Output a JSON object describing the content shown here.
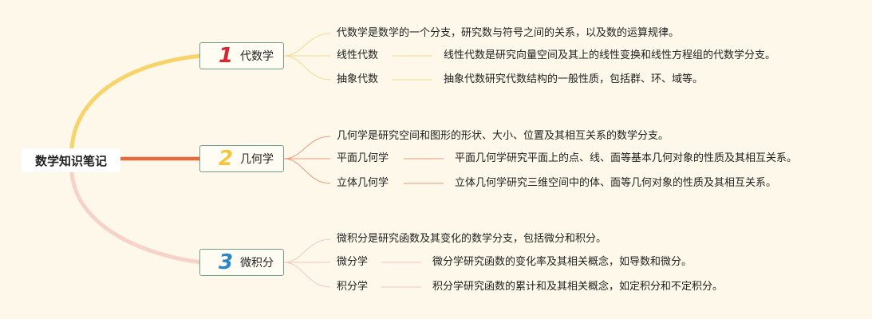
{
  "root": {
    "title": "数学知识笔记"
  },
  "branches": [
    {
      "number": "1",
      "label": "代数学",
      "color": "#d6262f",
      "line_color": "#f7d46a",
      "intro": "代数学是数学的一个分支，研究数与符号之间的关系，以及数的运算规律。",
      "subtopics": [
        {
          "name": "线性代数",
          "desc": "线性代数是研究向量空间及其上的线性变换和线性方程组的代数学分支。"
        },
        {
          "name": "抽象代数",
          "desc": "抽象代数研究代数结构的一般性质，包括群、环、域等。"
        }
      ]
    },
    {
      "number": "2",
      "label": "几何学",
      "color": "#f3c63b",
      "line_color": "#e86a3a",
      "intro": "几何学是研究空间和图形的形状、大小、位置及其相互关系的数学分支。",
      "subtopics": [
        {
          "name": "平面几何学",
          "desc": "平面几何学研究平面上的点、线、面等基本几何对象的性质及其相互关系。"
        },
        {
          "name": "立体几何学",
          "desc": "立体几何学研究三维空间中的体、面等几何对象的性质及其相互关系。"
        }
      ]
    },
    {
      "number": "3",
      "label": "微积分",
      "color": "#2a86c8",
      "line_color": "#f6cfc6",
      "intro": "微积分是研究函数及其变化的数学分支，包括微分和积分。",
      "subtopics": [
        {
          "name": "微分学",
          "desc": "微分学研究函数的变化率及其相关概念，如导数和微分。"
        },
        {
          "name": "积分学",
          "desc": "积分学研究函数的累计和及其相关概念，如定积分和不定积分。"
        }
      ]
    }
  ]
}
